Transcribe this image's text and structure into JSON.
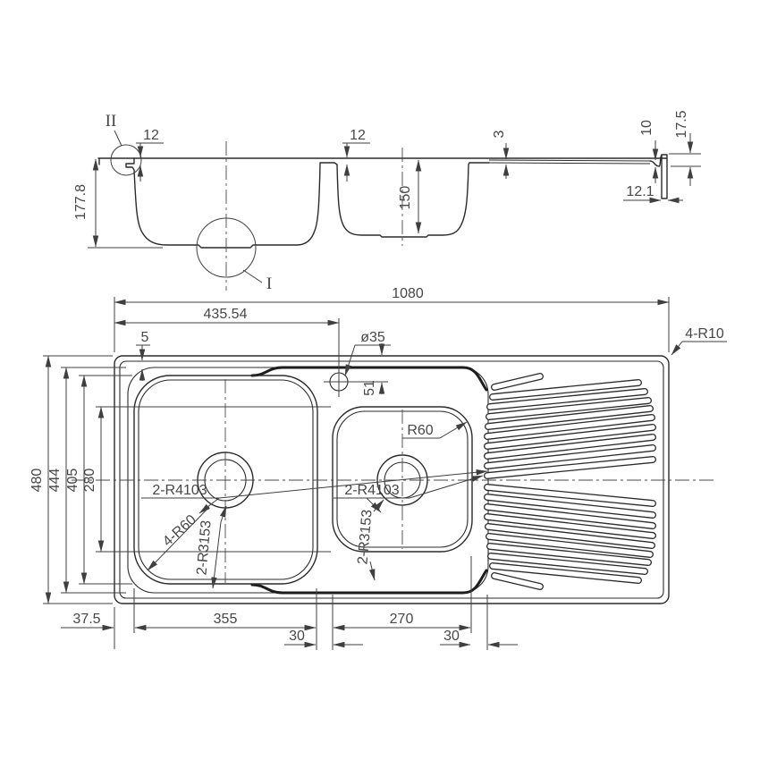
{
  "drawing_type": "sink technical drawing",
  "colors": {
    "line": "#2b2b2b",
    "dim": "#3f3f3f",
    "text": "#474747"
  },
  "section": {
    "detail_top_label": "II",
    "detail_bottom_label": "I",
    "dim_lip_left": "12",
    "dim_overall_depth": "177.8",
    "dim_divider_drop": "12",
    "dim_bowl2_depth": "150",
    "dim_board_drop": "3",
    "dim_end_step": "10",
    "dim_end_height": "17.5",
    "dim_end_width": "12.1"
  },
  "plan": {
    "dim_overall_width": "1080",
    "dim_hole_offset": "435.54",
    "dim_rim_gap": "5",
    "label_hole_dia": "ø35",
    "dim_hole_depth": "51",
    "label_corner_radius": "4-R10",
    "dim_overall_height": "480",
    "dim_inner_height": "444",
    "dim_bowl1_height": "405",
    "dim_bowl2_height": "280",
    "label_bowl2_corner": "R60",
    "label_bowl1_radius_a": "2-R4103",
    "label_bowl1_radius_b": "2-R3153",
    "label_bowl1_corners": "4-R60",
    "label_bowl2_radius_a": "2-R4103",
    "label_bowl2_radius_b": "2-R3153",
    "dim_left_offset": "37.5",
    "dim_bowl1_width": "355",
    "dim_gap1": "30",
    "dim_bowl2_width": "270",
    "dim_gap2": "30",
    "drainboard": {
      "ribs": [
        [
          553,
          433,
          604,
          421
        ],
        [
          551,
          444,
          714,
          428
        ],
        [
          548,
          455,
          721,
          438
        ],
        [
          547,
          466,
          725,
          448
        ],
        [
          546,
          477,
          727,
          457
        ],
        [
          545,
          488,
          729,
          467
        ],
        [
          545,
          499,
          730,
          478
        ],
        [
          545,
          510,
          730,
          489
        ],
        [
          545,
          521,
          730,
          501
        ],
        [
          545,
          532,
          730,
          514
        ],
        [
          545,
          545,
          730,
          563
        ],
        [
          545,
          556,
          730,
          576
        ],
        [
          545,
          567,
          730,
          588
        ],
        [
          545,
          578,
          730,
          599
        ],
        [
          546,
          589,
          729,
          610
        ],
        [
          547,
          600,
          727,
          620
        ],
        [
          548,
          611,
          725,
          629
        ],
        [
          549,
          622,
          721,
          639
        ],
        [
          551,
          633,
          714,
          649
        ],
        [
          553,
          644,
          604,
          656
        ]
      ]
    }
  }
}
